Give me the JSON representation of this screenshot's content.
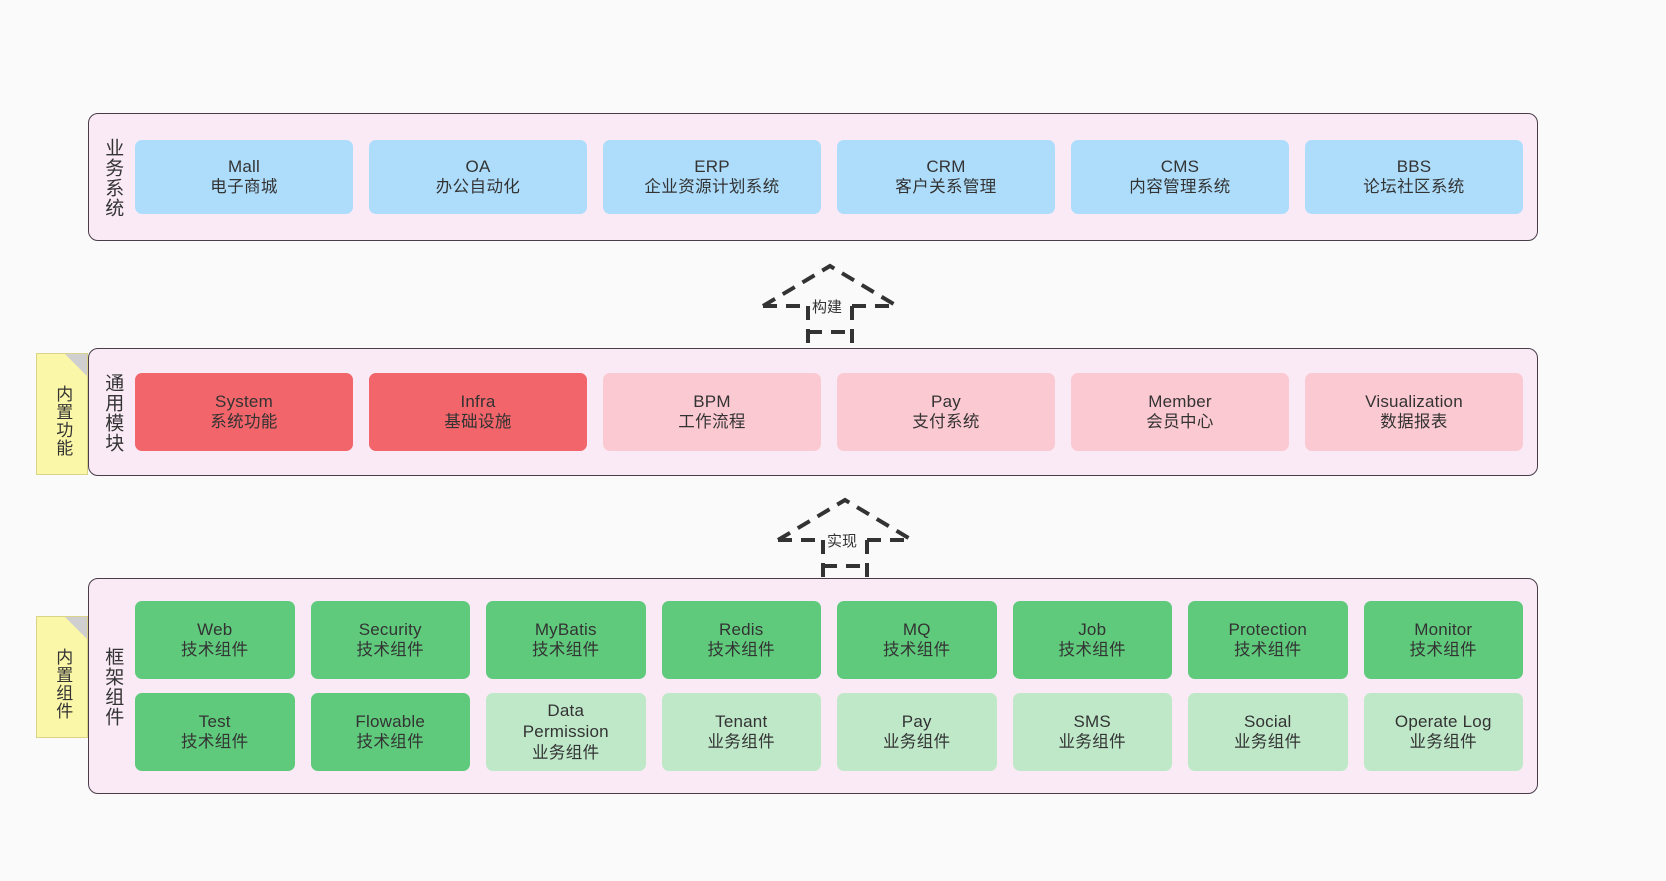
{
  "diagram": {
    "title": "",
    "background": "#fafafa",
    "layers": [
      {
        "id": "business",
        "title": "业务系统",
        "node_color": "#aeddfb",
        "nodes": [
          {
            "en": "Mall",
            "cn": "电子商城"
          },
          {
            "en": "OA",
            "cn": "办公自动化"
          },
          {
            "en": "ERP",
            "cn": "企业资源计划系统"
          },
          {
            "en": "CRM",
            "cn": "客户关系管理"
          },
          {
            "en": "CMS",
            "cn": "内容管理系统"
          },
          {
            "en": "BBS",
            "cn": "论坛社区系统"
          }
        ]
      },
      {
        "id": "common-module",
        "title": "通用模块",
        "note": "内置功能",
        "nodes": [
          {
            "en": "System",
            "cn": "系统功能",
            "color": "#f2656a"
          },
          {
            "en": "Infra",
            "cn": "基础设施",
            "color": "#f2656a"
          },
          {
            "en": "BPM",
            "cn": "工作流程",
            "color": "#fbc9d1"
          },
          {
            "en": "Pay",
            "cn": "支付系统",
            "color": "#fbc9d1"
          },
          {
            "en": "Member",
            "cn": "会员中心",
            "color": "#fbc9d1"
          },
          {
            "en": "Visualization",
            "cn": "数据报表",
            "color": "#fbc9d1"
          }
        ]
      },
      {
        "id": "framework-component",
        "title": "框架组件",
        "note": "内置组件",
        "rows": [
          [
            {
              "en": "Web",
              "cn": "技术组件",
              "color": "#5fca7c"
            },
            {
              "en": "Security",
              "cn": "技术组件",
              "color": "#5fca7c"
            },
            {
              "en": "MyBatis",
              "cn": "技术组件",
              "color": "#5fca7c"
            },
            {
              "en": "Redis",
              "cn": "技术组件",
              "color": "#5fca7c"
            },
            {
              "en": "MQ",
              "cn": "技术组件",
              "color": "#5fca7c"
            },
            {
              "en": "Job",
              "cn": "技术组件",
              "color": "#5fca7c"
            },
            {
              "en": "Protection",
              "cn": "技术组件",
              "color": "#5fca7c"
            },
            {
              "en": "Monitor",
              "cn": "技术组件",
              "color": "#5fca7c"
            }
          ],
          [
            {
              "en": "Test",
              "cn": "技术组件",
              "color": "#5fca7c"
            },
            {
              "en": "Flowable",
              "cn": "技术组件",
              "color": "#5fca7c"
            },
            {
              "en": "Data Permission",
              "cn": "业务组件",
              "color": "#bfe8c9"
            },
            {
              "en": "Tenant",
              "cn": "业务组件",
              "color": "#bfe8c9"
            },
            {
              "en": "Pay",
              "cn": "业务组件",
              "color": "#bfe8c9"
            },
            {
              "en": "SMS",
              "cn": "业务组件",
              "color": "#bfe8c9"
            },
            {
              "en": "Social",
              "cn": "业务组件",
              "color": "#bfe8c9"
            },
            {
              "en": "Operate Log",
              "cn": "业务组件",
              "color": "#bfe8c9"
            }
          ]
        ]
      }
    ],
    "connectors": [
      {
        "id": "build",
        "label": "构建",
        "from": "common-module",
        "to": "business",
        "style": "dashed-hollow-arrow"
      },
      {
        "id": "implement",
        "label": "实现",
        "from": "framework-component",
        "to": "common-module",
        "style": "dashed-hollow-arrow"
      }
    ]
  }
}
